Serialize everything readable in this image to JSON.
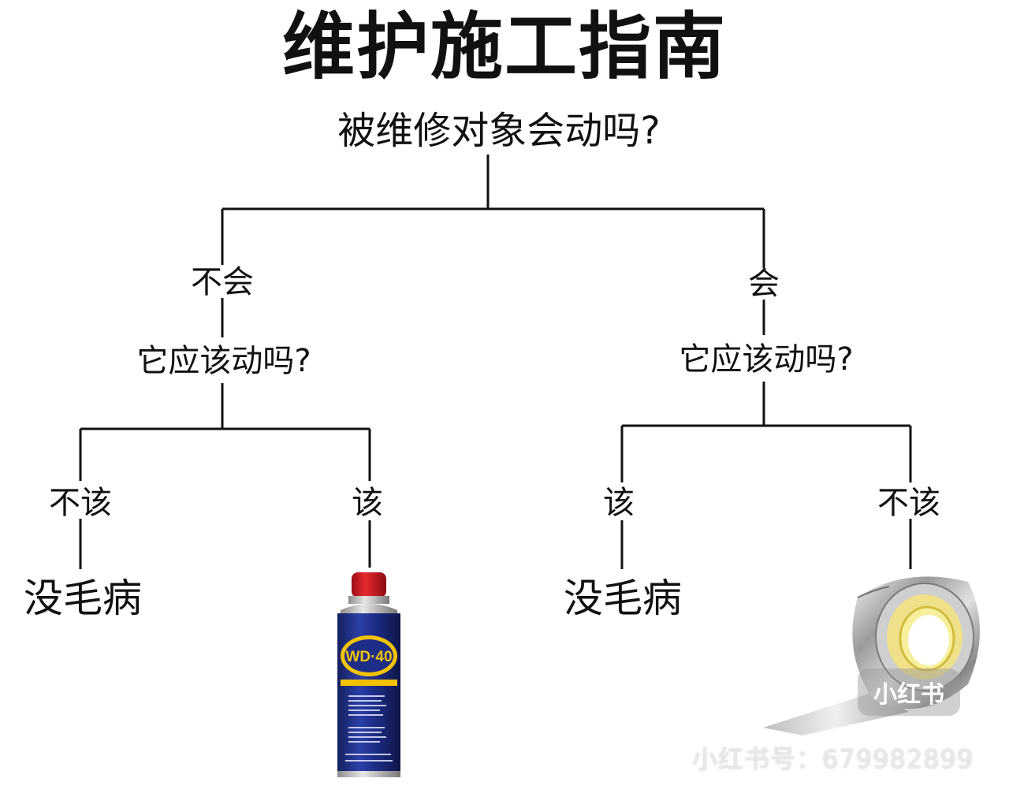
{
  "title": "维护施工指南",
  "question": "被维修对象会动吗?",
  "left_branch": {
    "answer": "不会",
    "question": "它应该动吗?",
    "left": {
      "answer": "不该",
      "result": "没毛病"
    },
    "right": {
      "answer": "该",
      "result_icon": "wd40-spray-can-icon",
      "can_brand": "WD·40"
    }
  },
  "right_branch": {
    "answer": "会",
    "question": "它应该动吗?",
    "left": {
      "answer": "该",
      "result": "没毛病"
    },
    "right": {
      "answer": "不该",
      "result_icon": "duct-tape-roll-icon"
    }
  },
  "watermark": {
    "logo": "小红书",
    "id": "小红书号：679982899"
  }
}
